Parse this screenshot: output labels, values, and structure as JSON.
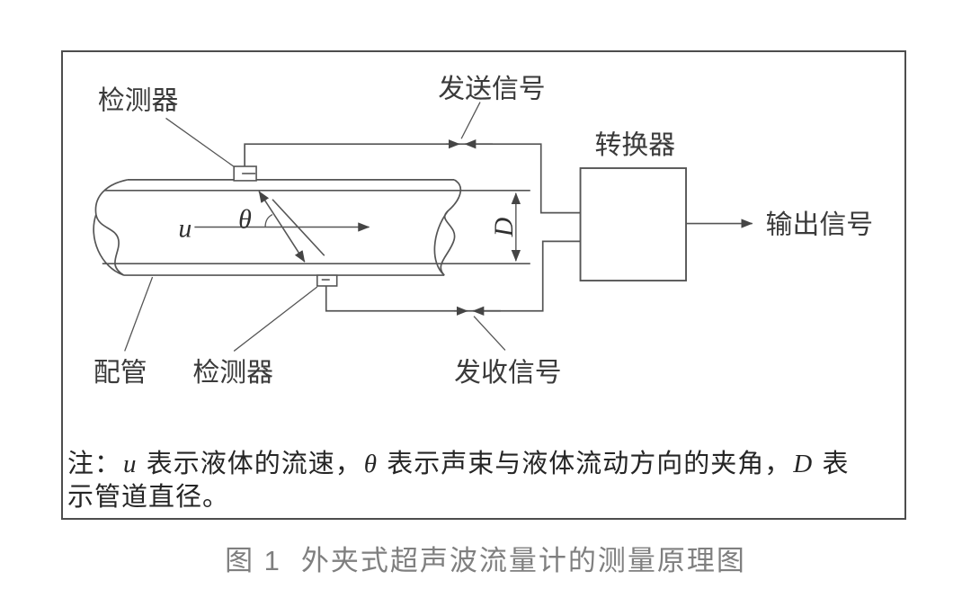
{
  "figure": {
    "labels": {
      "detector_top": "检测器",
      "transmit_signal": "发送信号",
      "converter": "转换器",
      "output_signal": "输出信号",
      "pipe": "配管",
      "detector_bottom": "检测器",
      "receive_signal": "发收信号"
    },
    "symbols": {
      "flow_velocity": "u",
      "angle": "θ",
      "diameter": "D"
    },
    "note": {
      "prefix": "注：",
      "var_u": "u",
      "seg1": " 表示液体的流速，",
      "var_theta": "θ",
      "seg2": " 表示声束与液体流动方向的夹角，",
      "var_d": "D",
      "seg3_line1": " 表",
      "seg3_line2": "示管道直径。"
    },
    "caption": {
      "number": "图 1",
      "title": "外夹式超声波流量计的测量原理图"
    }
  },
  "colors": {
    "line": "#555555",
    "arrow": "#454545",
    "label_text": "#3a3a3a",
    "note_text": "#252525",
    "caption_text": "#7f7f7f",
    "frame_border": "#4d4d4d",
    "background": "#ffffff"
  }
}
